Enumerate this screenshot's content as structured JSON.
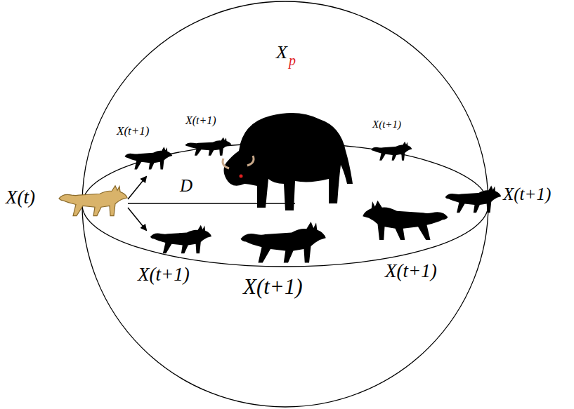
{
  "diagram": {
    "labels": [
      "X(t)",
      "X",
      "p",
      "D",
      "X(t+1)",
      "X(t+1)",
      "X(t+1)",
      "X(t+1)",
      "X(t+1)",
      "X(t+1)",
      "X(t+1)"
    ]
  }
}
